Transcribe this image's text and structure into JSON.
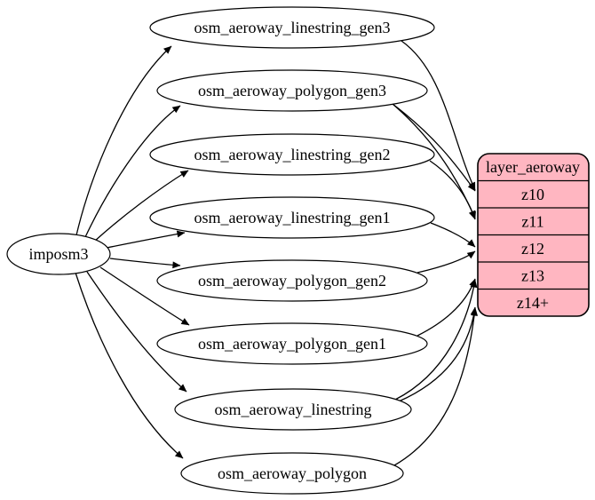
{
  "diagram": {
    "kind": "etl-graph",
    "background_color": "#ffffff",
    "edge_color": "#000000",
    "node_fill_color": "#ffffff",
    "source": {
      "label": "imposm3"
    },
    "tables": [
      "osm_aeroway_linestring_gen3",
      "osm_aeroway_polygon_gen3",
      "osm_aeroway_linestring_gen2",
      "osm_aeroway_linestring_gen1",
      "osm_aeroway_polygon_gen2",
      "osm_aeroway_polygon_gen1",
      "osm_aeroway_linestring",
      "osm_aeroway_polygon"
    ],
    "layer": {
      "title": "layer_aeroway",
      "rows": [
        "z10",
        "z11",
        "z12",
        "z13",
        "z14+"
      ],
      "fill_color": "#ffb6c1",
      "border_color": "#000000",
      "style": "rounded"
    },
    "edges_from_source_to": [
      "osm_aeroway_linestring_gen3",
      "osm_aeroway_polygon_gen3",
      "osm_aeroway_linestring_gen2",
      "osm_aeroway_linestring_gen1",
      "osm_aeroway_polygon_gen2",
      "osm_aeroway_polygon_gen1",
      "osm_aeroway_linestring",
      "osm_aeroway_polygon"
    ],
    "edges_to_layer": [
      {
        "from": "osm_aeroway_linestring_gen3",
        "to": "z10"
      },
      {
        "from": "osm_aeroway_polygon_gen3",
        "to": "z10"
      },
      {
        "from": "osm_aeroway_polygon_gen3",
        "to": "z11"
      },
      {
        "from": "osm_aeroway_linestring_gen2",
        "to": "z11"
      },
      {
        "from": "osm_aeroway_linestring_gen1",
        "to": "z12"
      },
      {
        "from": "osm_aeroway_polygon_gen2",
        "to": "z12"
      },
      {
        "from": "osm_aeroway_polygon_gen1",
        "to": "z13"
      },
      {
        "from": "osm_aeroway_linestring",
        "to": "z13"
      },
      {
        "from": "osm_aeroway_linestring",
        "to": "z14+"
      },
      {
        "from": "osm_aeroway_polygon",
        "to": "z14+"
      }
    ]
  }
}
